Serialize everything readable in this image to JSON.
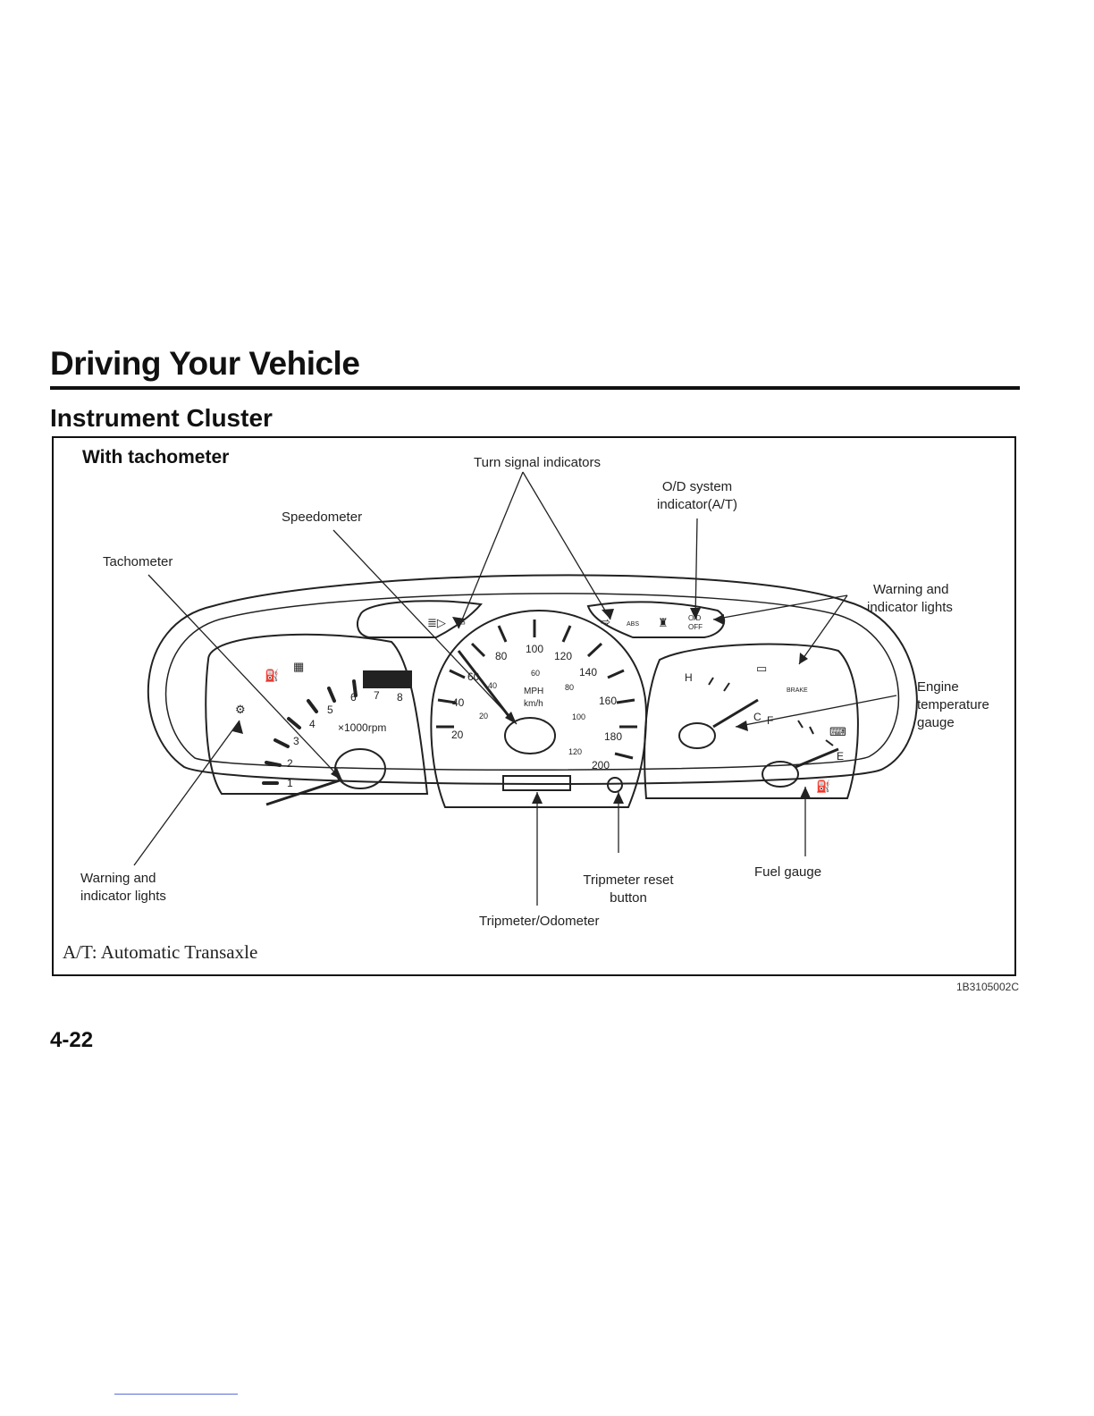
{
  "header": {
    "chapter": "Driving Your Vehicle",
    "section": "Instrument Cluster"
  },
  "figure": {
    "subtitle": "With tachometer",
    "labels": {
      "turn_signal": "Turn signal indicators",
      "od_line1": "O/D system",
      "od_line2": "indicator(A/T)",
      "speedometer": "Speedometer",
      "tachometer": "Tachometer",
      "warn_right_1": "Warning and",
      "warn_right_2": "indicator lights",
      "engine_temp_1": "Engine",
      "engine_temp_2": "temperature",
      "engine_temp_3": "gauge",
      "warn_left_1": "Warning and",
      "warn_left_2": "indicator lights",
      "trip_reset_1": "Tripmeter reset",
      "trip_reset_2": "button",
      "fuel": "Fuel gauge",
      "trip_odo": "Tripmeter/Odometer"
    },
    "tach": {
      "ticks": [
        "1",
        "2",
        "3",
        "4",
        "5",
        "6",
        "7",
        "8"
      ],
      "unit": "×1000rpm"
    },
    "speedo": {
      "mph": [
        "20",
        "40",
        "60",
        "80",
        "100",
        "120",
        "140",
        "160",
        "180",
        "200"
      ],
      "kmh": [
        "20",
        "40",
        "60",
        "80",
        "100",
        "120"
      ],
      "mph_label": "MPH",
      "kmh_label": "km/h"
    },
    "right_gauge": {
      "hot": "H",
      "cold": "C",
      "full": "F",
      "empty": "E",
      "brake": "BRAKE"
    },
    "indicator_panel": {
      "od_top": "O/D",
      "od_bottom": "OFF",
      "abs": "ABS"
    }
  },
  "footnote": "A/T: Automatic Transaxle",
  "figure_code": "1B3105002C",
  "page_number": "4-22"
}
